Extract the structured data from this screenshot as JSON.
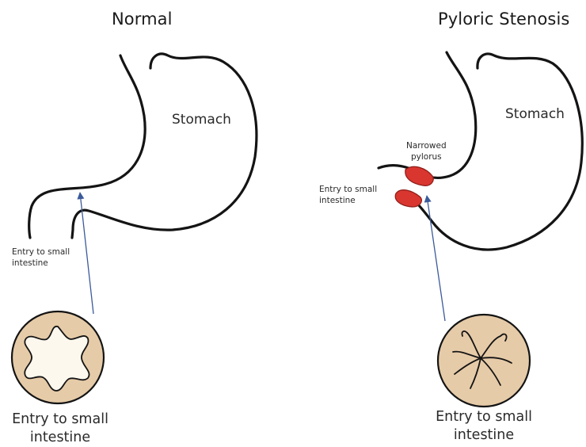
{
  "panels": {
    "normal": {
      "title": "Normal",
      "stomach_label": "Stomach",
      "entry_label": [
        "Entry to small",
        "intestine"
      ],
      "cross_section_label": [
        "Entry to small",
        "intestine"
      ]
    },
    "stenosis": {
      "title": "Pyloric Stenosis",
      "stomach_label": "Stomach",
      "narrowed_label": [
        "Narrowed",
        "pylorus"
      ],
      "entry_label": [
        "Entry to small",
        "intestine"
      ],
      "cross_section_label": [
        "Entry to small",
        "intestine"
      ]
    }
  },
  "colors": {
    "outline": "#141414",
    "arrow": "#3b5a9a",
    "muscle": "#d9362f",
    "cross_section_fill": "#e6cba8",
    "lumen_fill": "#fdf8ee"
  }
}
